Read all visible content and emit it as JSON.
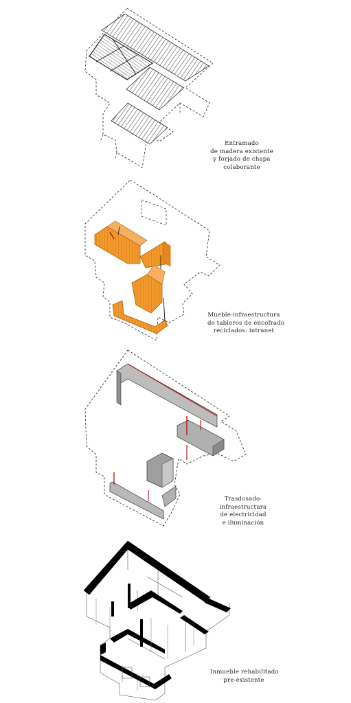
{
  "layers": [
    {
      "id": "timber-frame",
      "caption": [
        "Entramado",
        "de madera existente",
        "y forjado de chapa",
        "colaborante"
      ],
      "accent": "#7a7a7a"
    },
    {
      "id": "furniture-infrastructure",
      "caption": [
        "Mueble-infraestructura",
        "de tableros de encofrado",
        "reciclados: intranet"
      ],
      "accent": "#f39a2c"
    },
    {
      "id": "lining-infrastructure",
      "caption": [
        "Trasdosado-",
        "infraestructura",
        "de electricidad",
        "e iluminación"
      ],
      "accent": "#9a9a9a"
    },
    {
      "id": "rehabilitated-building",
      "caption": [
        "Inmueble rehabilitado",
        "pre-existente"
      ],
      "accent": "#000000"
    }
  ]
}
